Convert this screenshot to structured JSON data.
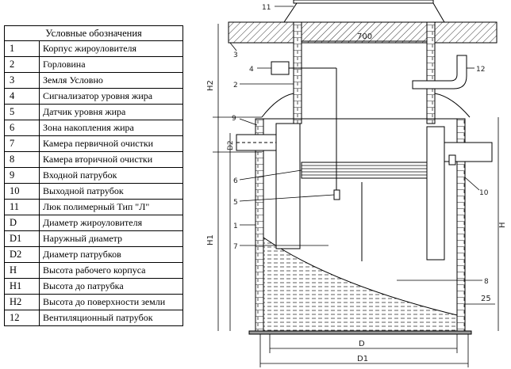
{
  "legend": {
    "title": "Условные обозначения",
    "rows": [
      {
        "code": "1",
        "label": "Корпус жироуловителя"
      },
      {
        "code": "2",
        "label": "Горловина"
      },
      {
        "code": "3",
        "label": "Земля Условно"
      },
      {
        "code": "4",
        "label": "Сигнализатор уровня жира"
      },
      {
        "code": "5",
        "label": "Датчик уровня жира"
      },
      {
        "code": "6",
        "label": "Зона накопления жира"
      },
      {
        "code": "7",
        "label": "Камера первичной очистки"
      },
      {
        "code": "8",
        "label": "Камера вторичной очистки"
      },
      {
        "code": "9",
        "label": "Входной патрубок"
      },
      {
        "code": "10",
        "label": "Выходной патрубок"
      },
      {
        "code": "11",
        "label": "Люк полимерный Тип \"Л\""
      },
      {
        "code": "D",
        "label": "Диаметр жироуловителя"
      },
      {
        "code": "D1",
        "label": "Наружный диаметр"
      },
      {
        "code": "D2",
        "label": "Диаметр патрубков"
      },
      {
        "code": "H",
        "label": "Высота рабочего корпуса"
      },
      {
        "code": "H1",
        "label": "Высота до патрубка"
      },
      {
        "code": "H2",
        "label": "Высота до поверхности земли"
      },
      {
        "code": "12",
        "label": "Вентиляционный патрубок"
      }
    ]
  },
  "diagram": {
    "dim_700": "700",
    "callouts": {
      "c1": "1",
      "c2": "2",
      "c3": "3",
      "c4": "4",
      "c5": "5",
      "c6": "6",
      "c7": "7",
      "c8": "8",
      "c9": "9",
      "c10": "10",
      "c11": "11",
      "c12": "12"
    },
    "dims": {
      "H": "H",
      "H1": "H1",
      "H2": "H2",
      "D": "D",
      "D1": "D1",
      "D2": "D2",
      "w25": "25"
    }
  }
}
